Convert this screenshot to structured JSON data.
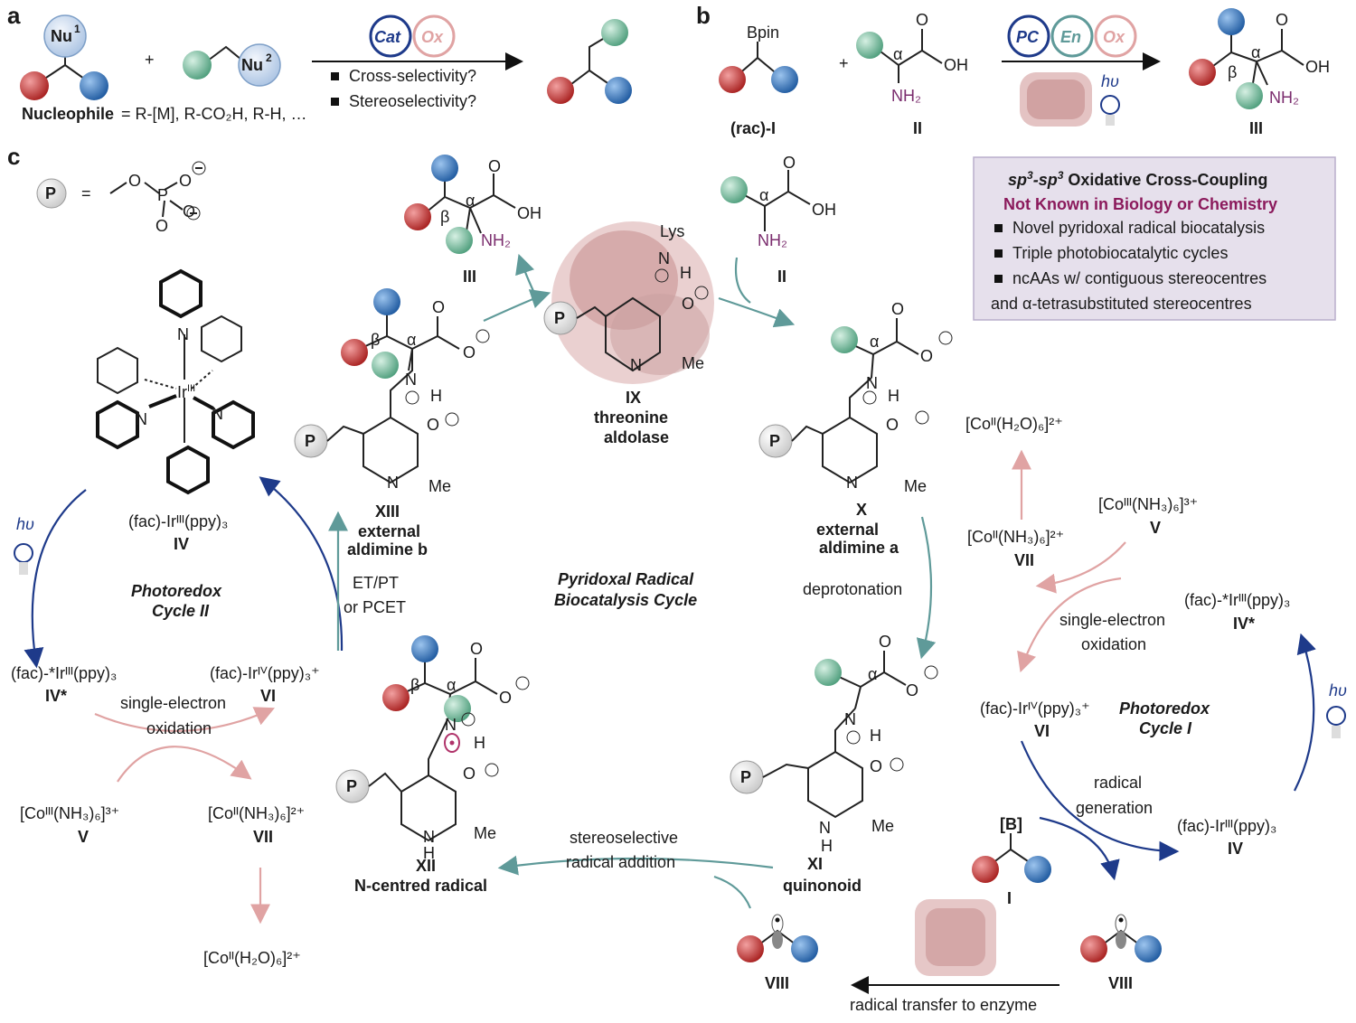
{
  "panels": {
    "a": "a",
    "b": "b",
    "c": "c"
  },
  "panel_a": {
    "nu1": "Nu",
    "nu1_sup": "1",
    "nu2": "Nu",
    "nu2_sup": "2",
    "plus": "+",
    "cat": "Cat",
    "ox": "Ox",
    "q1": "Cross-selectivity?",
    "q2": "Stereoselectivity?",
    "nucleophile_label": "Nucleophile",
    "nucleophile_def": "= R-[M], R-CO₂H, R-H, …"
  },
  "panel_b": {
    "bpin": "Bpin",
    "rac_label": "(rac)-I",
    "ii_label": "II",
    "iii_label": "III",
    "pc": "PC",
    "en": "En",
    "ox": "Ox",
    "hv": "hυ",
    "plus": "+"
  },
  "panel_c": {
    "p_def_eq": "=",
    "p": "P",
    "iv_name": "(fac)-Irᴵᴵᴵ(ppy)₃",
    "iv": "IV",
    "photoredox2": "Photoredox Cycle II",
    "ivstar_left": "(fac)-*Irᴵᴵᴵ(ppy)₃",
    "ivstar_left_label": "IV*",
    "vi_left": "(fac)-Irᴵⱽ(ppy)₃⁺",
    "vi_left_label": "VI",
    "seo": "single-electron",
    "oxidation": "oxidation",
    "co3": "[Coᴵᴵᴵ(NH₃)₆]³⁺",
    "v": "V",
    "co2": "[Coᴵᴵ(NH₃)₆]²⁺",
    "vii": "VII",
    "coh2o": "[Coᴵᴵ(H₂O)₆]²⁺",
    "xiii_num": "XIII",
    "xiii_name": "external aldimine b",
    "etpt": "ET/PT",
    "pcet": "or PCET",
    "ix_num": "IX",
    "ix_name": "threonine aldolase",
    "lys": "Lys",
    "iii": "III",
    "ii": "II",
    "x_num": "X",
    "x_name": "external aldimine a",
    "deprot": "deprotonation",
    "center_title": "Pyridoxal Radical Biocatalysis Cycle",
    "xi_num": "XI",
    "xi_name": "quinonoid",
    "xii_num": "XII",
    "xii_name": "N-centred radical",
    "stereo1": "stereoselective",
    "stereo2": "radical addition",
    "viii": "VIII",
    "radical_transfer": "radical transfer to enzyme",
    "b_label": "[B]",
    "i_label": "I",
    "photoredox1": "Photoredox Cycle I",
    "radgen1": "radical",
    "radgen2": "generation",
    "me": "Me",
    "nh2": "NH₂",
    "oh": "OH",
    "o": "O",
    "n": "N",
    "h": "H",
    "alpha": "α",
    "beta": "β"
  },
  "box": {
    "title": "sp³-sp³ Oxidative Cross-Coupling",
    "subtitle": "Not Known in Biology or Chemistry",
    "items": [
      "Novel pyridoxal radical biocatalysis",
      "Triple photobiocatalytic cycles",
      "ncAAs w/ contiguous stereocentres",
      "and α-tetrasubstituted stereocentres"
    ]
  },
  "colors": {
    "red": "#b8302f",
    "blue": "#2f6fb5",
    "green": "#5fae8c",
    "teal": "#5f9a99",
    "navy": "#1e3a8a",
    "pink": "#e0a3a3",
    "box_bg": "#e6e0ec",
    "purple_text": "#8b1a5c"
  }
}
